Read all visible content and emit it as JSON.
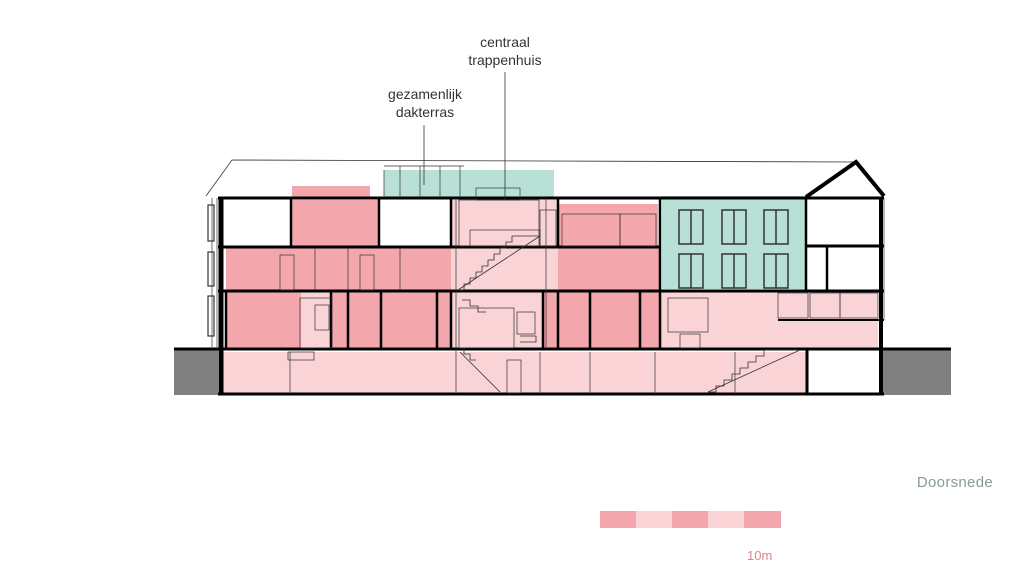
{
  "title": "Doorsnede",
  "annotations": {
    "stair": {
      "line1": "centraal",
      "line2": "trappenhuis"
    },
    "terrace": {
      "line1": "gezamenlijk",
      "line2": "dakterras"
    }
  },
  "scale_bar": {
    "label": "10m"
  },
  "colors": {
    "pink_dark": "#f4a6ad",
    "pink_light": "#f9d3d6",
    "green": "#b9e0d6",
    "ground": "#808080",
    "line": "#000000"
  }
}
